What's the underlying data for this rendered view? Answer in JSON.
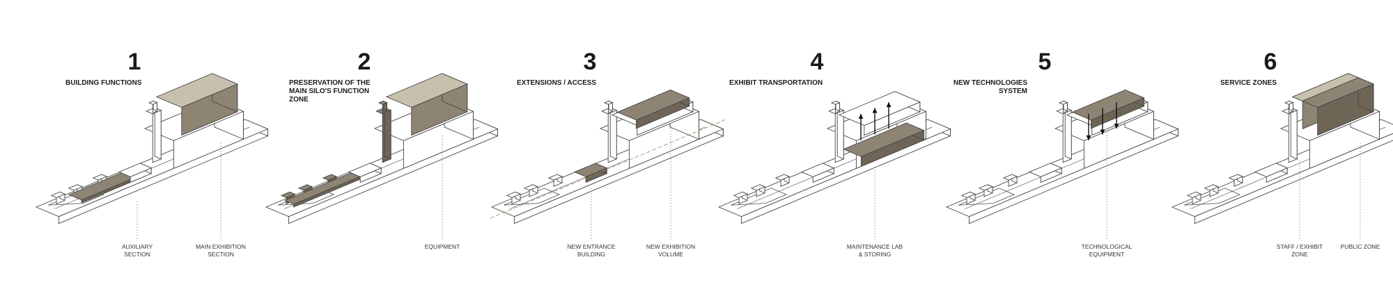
{
  "colors": {
    "line": "#444444",
    "highlight": "#8e8474",
    "highlight_dark": "#6e6556",
    "highlight_light": "#c8c0ae",
    "leader": "#888888",
    "olive_line": "#8a8a5a"
  },
  "panels": [
    {
      "number": "1",
      "title": "BUILDING FUNCTIONS",
      "callouts": [
        {
          "text": "AUXILIARY\nSECTION"
        },
        {
          "text": "MAIN EXHIBITION\nSECTION"
        }
      ]
    },
    {
      "number": "2",
      "title": "PRESERVATION OF THE\nMAIN SILO'S FUNCTION\nZONE",
      "callouts": [
        {
          "text": "EQUIPMENT"
        }
      ]
    },
    {
      "number": "3",
      "title": "EXTENSIONS / ACCESS",
      "callouts": [
        {
          "text": "NEW ENTRANCE\nBUILDING"
        },
        {
          "text": "NEW EXHIBITION\nVOLUME"
        }
      ]
    },
    {
      "number": "4",
      "title": "EXHIBIT TRANSPORTATION",
      "callouts": [
        {
          "text": "MAINTENANCE LAB\n& STORING"
        }
      ]
    },
    {
      "number": "5",
      "title": "NEW TECHNOLOGIES\nSYSTEM",
      "callouts": [
        {
          "text": "TECHNOLOGICAL\nEQUIPMENT"
        }
      ]
    },
    {
      "number": "6",
      "title": "SERVICE ZONES",
      "callouts": [
        {
          "text": "STAFF / EXHIBIT\nZONE"
        },
        {
          "text": "PUBLIC ZONE"
        }
      ]
    }
  ]
}
